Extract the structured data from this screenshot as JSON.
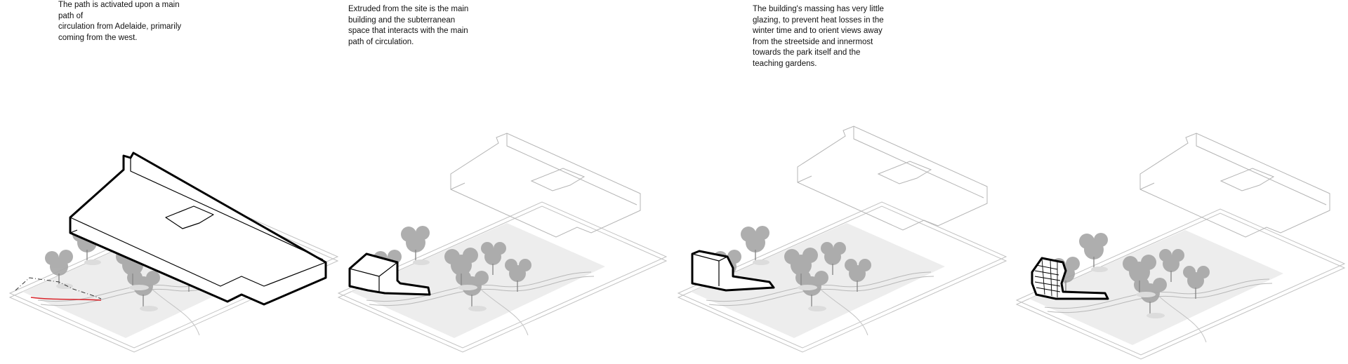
{
  "captions": {
    "panel_1": {
      "lines": [
        "The path is activated upon a main",
        "path of",
        "circulation from Adelaide, primarily",
        "coming from the west."
      ]
    },
    "panel_2": {
      "lines": [
        "Extruded from the site is the main",
        "building and the subterranean",
        "space that interacts with the main",
        "path of circulation."
      ]
    },
    "panel_3": {
      "lines": [
        "The building's massing has very little",
        "glazing, to prevent heat losses in the",
        "winter time and to orient views away",
        "from the streetside and innermost",
        "towards the park itself and the",
        "teaching gardens."
      ]
    }
  },
  "panels": [
    {
      "id": "panel-1",
      "highlight": "main-building-outline",
      "path_color": "#d9262c"
    },
    {
      "id": "panel-2",
      "highlight": "extruded-volume"
    },
    {
      "id": "panel-3",
      "highlight": "massing-volume"
    },
    {
      "id": "panel-4",
      "highlight": "glazed-building-volume"
    }
  ],
  "colors": {
    "outline": "#000000",
    "ground": "#ededed",
    "trees": "#9a9a9a",
    "linework": "#b4b4b4"
  }
}
